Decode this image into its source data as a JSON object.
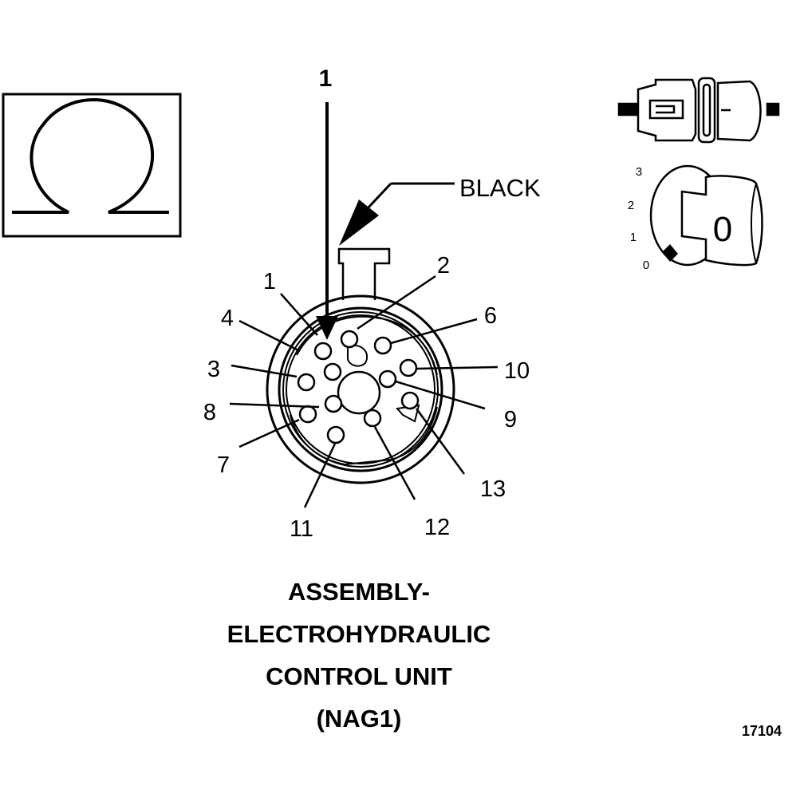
{
  "meter": {
    "symbol": "Ω"
  },
  "probe": {
    "label": "1"
  },
  "wire_color": {
    "label": "BLACK"
  },
  "pins": [
    "1",
    "2",
    "3",
    "4",
    "6",
    "7",
    "8",
    "9",
    "10",
    "11",
    "12",
    "13"
  ],
  "switch_positions": [
    "3",
    "2",
    "1",
    "0"
  ],
  "selector_knob": {
    "label": "0"
  },
  "title": {
    "line1": "ASSEMBLY-",
    "line2": "ELECTROHYDRAULIC",
    "line3": "CONTROL UNIT",
    "line4": "(NAG1)"
  },
  "figure_number": "17104"
}
